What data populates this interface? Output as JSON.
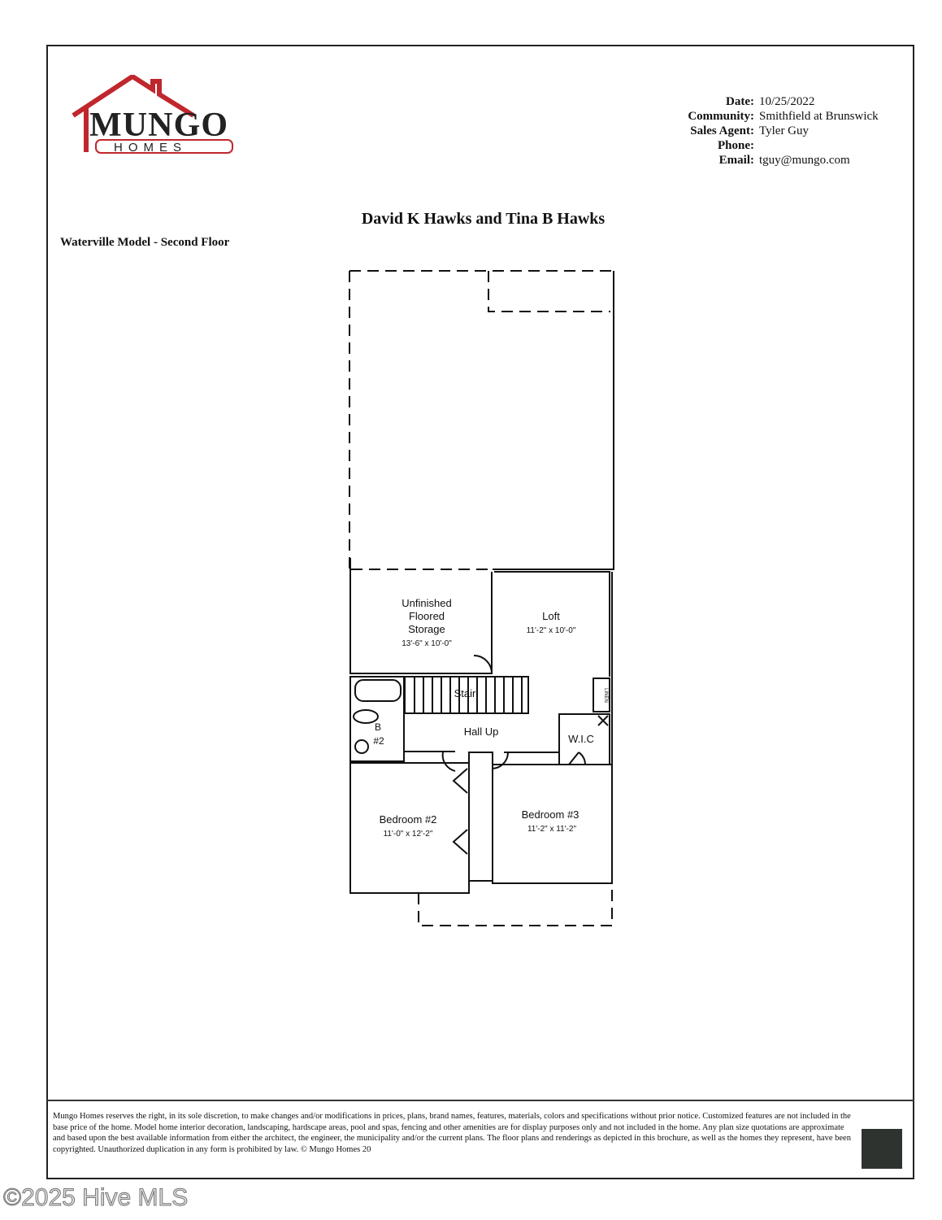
{
  "logo": {
    "brand": "MUNGO",
    "sub": "HOMES",
    "color": "#c0272d"
  },
  "info": [
    {
      "label": "Date:",
      "value": "10/25/2022"
    },
    {
      "label": "Community:",
      "value": "Smithfield at Brunswick"
    },
    {
      "label": "Sales Agent:",
      "value": "Tyler Guy"
    },
    {
      "label": "Phone:",
      "value": ""
    },
    {
      "label": "Email:",
      "value": "tguy@mungo.com"
    }
  ],
  "owner": "David K Hawks and Tina B Hawks",
  "model": "Waterville Model - Second Floor",
  "rooms": {
    "storage": {
      "l1": "Unfinished",
      "l2": "Floored",
      "l3": "Storage",
      "dim": "13'-6\" x 10'-0\""
    },
    "loft": {
      "name": "Loft",
      "dim": "11'-2\" x 10'-0\""
    },
    "stair": "Stair",
    "linen": "LINEN",
    "bath": {
      "l1": "B",
      "l2": "#2"
    },
    "hall": "Hall Up",
    "wic": "W.I.C",
    "bed2": {
      "name": "Bedroom #2",
      "dim": "11'-0\" x 12'-2\""
    },
    "bed3": {
      "name": "Bedroom #3",
      "dim": "11'-2\" x 11'-2\""
    }
  },
  "disclaimer": "Mungo Homes reserves the right, in its sole discretion, to make changes and/or modifications in prices, plans, brand names, features, materials, colors and specifications without prior notice. Customized features are not included in the base price of the home. Model home interior decoration, landscaping, hardscape areas, pool and spas, fencing and other amenities are for display purposes only and not included in the home. Any plan size quotations are approximate and based upon the best available information from either the architect, the engineer, the municipality and/or the current plans. The floor plans and renderings as depicted in this brochure, as well as the homes they represent, have been copyrighted. Unauthorized duplication in any form is prohibited by law. © Mungo Homes 20",
  "watermark": "©2025 Hive MLS"
}
